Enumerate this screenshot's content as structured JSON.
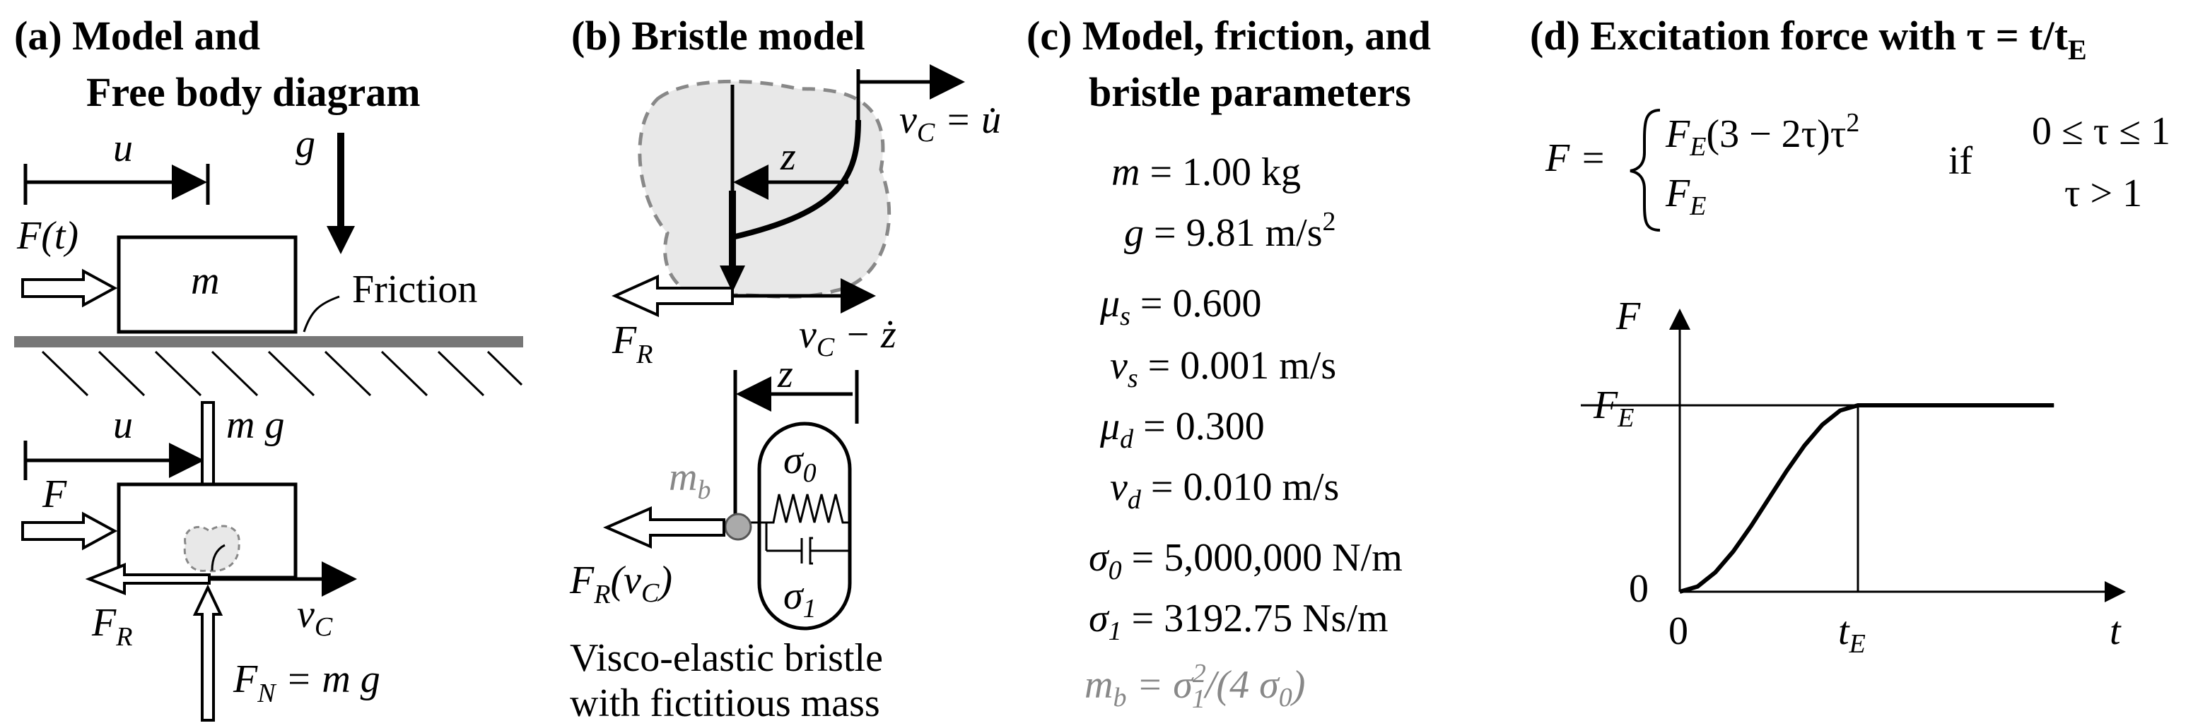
{
  "panels": {
    "a": {
      "title_line1": "(a) Model and",
      "title_line2": "Free body diagram",
      "label_u_top": "u",
      "label_g": "g",
      "label_Ft": "F(t)",
      "label_m": "m",
      "label_friction": "Friction",
      "label_u_bottom": "u",
      "label_mg": "m g",
      "label_F": "F",
      "label_FR": "F",
      "label_FR_sub": "R",
      "label_vC": "v",
      "label_vC_sub": "C",
      "label_FN": "F",
      "label_FN_sub": "N",
      "label_FN_rhs": " = m g"
    },
    "b": {
      "title": "(b) Bristle model",
      "label_vC": "v",
      "label_vC_sub": "C",
      "label_vC_rhs": " = u̇",
      "label_z_top": "z",
      "label_FR": "F",
      "label_FR_sub": "R",
      "label_vC2": "v",
      "label_vC2_sub": "C",
      "label_vC2_rhs": " − ż",
      "label_z_bottom": "z",
      "label_mb": "m",
      "label_mb_sub": "b",
      "label_sigma0": "σ",
      "label_sigma0_sub": "0",
      "label_sigma1": "σ",
      "label_sigma1_sub": "1",
      "label_FRvC": "F",
      "label_FRvC_sub": "R",
      "label_FRvC_arg": "(v",
      "label_FRvC_arg_sub": "C",
      "label_FRvC_close": ")",
      "caption_line1": "Visco-elastic bristle",
      "caption_line2": "with fictitious mass"
    },
    "c": {
      "title_line1": "(c) Model, friction, and",
      "title_line2": "bristle parameters",
      "params": [
        {
          "sym": "m",
          "sub": "",
          "value": " = 1.00 kg"
        },
        {
          "sym": "g",
          "sub": "",
          "value": " = 9.81 m/s",
          "sup": "2"
        },
        {
          "sym": "μ",
          "sub": "s",
          "value": " = 0.600"
        },
        {
          "sym": "v",
          "sub": "s",
          "value": " = 0.001 m/s"
        },
        {
          "sym": "μ",
          "sub": "d",
          "value": " = 0.300"
        },
        {
          "sym": "v",
          "sub": "d",
          "value": " = 0.010 m/s"
        },
        {
          "sym": "σ",
          "sub": "0",
          "value": " = 5,000,000 N/m"
        },
        {
          "sym": "σ",
          "sub": "1",
          "value": " = 3192.75 Ns/m"
        }
      ],
      "mb_formula_lhs": "m",
      "mb_formula_lhs_sub": "b",
      "mb_formula_eq": " = σ",
      "mb_formula_sup": "2",
      "mb_formula_sub1": "1",
      "mb_formula_rest": "/(4 σ",
      "mb_formula_sub0": "0",
      "mb_formula_close": ")"
    },
    "d": {
      "title": "(d) Excitation force with τ = t/t",
      "title_sub": "E",
      "eq_lhs": "F =",
      "case1_expr": "F",
      "case1_sub": "E",
      "case1_rest": "(3 − 2τ)τ",
      "case1_sup": "2",
      "case2_expr": "F",
      "case2_sub": "E",
      "if_word": "if",
      "cond1": "0 ≤ τ ≤ 1",
      "cond2": "τ > 1",
      "axis_y": "F",
      "axis_x": "t",
      "tick_FE": "F",
      "tick_FE_sub": "E",
      "tick_zero_y": "0",
      "tick_zero_x": "0",
      "tick_tE": "t",
      "tick_tE_sub": "E"
    }
  },
  "chart_data": {
    "type": "line",
    "x": [
      0,
      0.1,
      0.2,
      0.3,
      0.4,
      0.5,
      0.6,
      0.7,
      0.8,
      0.9,
      1.0,
      1.2,
      1.4,
      1.6,
      1.8,
      2.1
    ],
    "y": [
      0,
      0.028,
      0.104,
      0.216,
      0.352,
      0.5,
      0.648,
      0.784,
      0.896,
      0.972,
      1.0,
      1.0,
      1.0,
      1.0,
      1.0,
      1.0
    ]
  },
  "colors": {
    "ink": "#000000",
    "gray": "#888888",
    "fill_gray": "#e8e8e8",
    "ground": "#777777"
  }
}
